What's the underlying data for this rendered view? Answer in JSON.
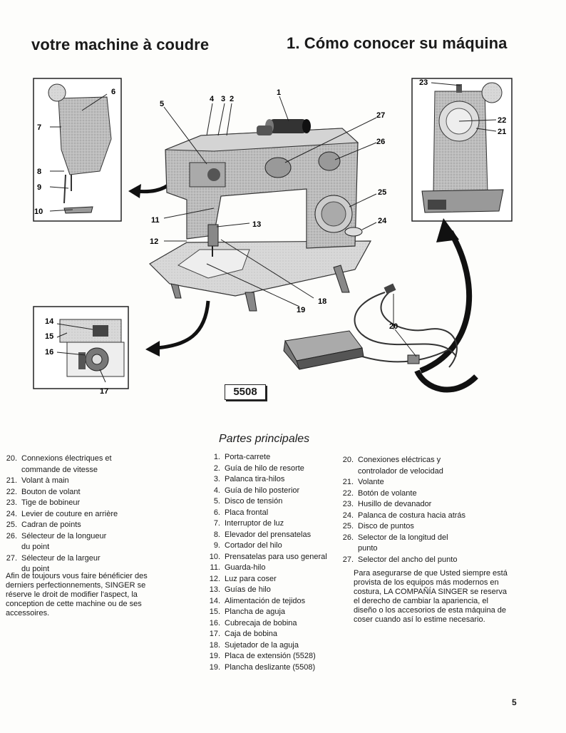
{
  "header": {
    "title_fr": "votre machine à coudre",
    "title_es": "1.  Cómo conocer su máquina"
  },
  "diagram": {
    "model": "5508",
    "callouts": {
      "c1": "1",
      "c2": "2",
      "c3": "3",
      "c4": "4",
      "c5": "5",
      "c6": "6",
      "c7": "7",
      "c8": "8",
      "c9": "9",
      "c10": "10",
      "c11": "11",
      "c12": "12",
      "c13": "13",
      "c14": "14",
      "c15": "15",
      "c16": "16",
      "c17": "17",
      "c18": "18",
      "c19": "19",
      "c20": "20",
      "c21": "21",
      "c22": "22",
      "c23": "23",
      "c24": "24",
      "c25": "25",
      "c26": "26",
      "c27": "27"
    }
  },
  "french_parts": [
    {
      "num": "20.",
      "text": "Connexions électriques et",
      "cont": "commande de vitesse"
    },
    {
      "num": "21.",
      "text": "Volant à main"
    },
    {
      "num": "22.",
      "text": "Bouton de volant"
    },
    {
      "num": "23.",
      "text": "Tige de bobineur"
    },
    {
      "num": "24.",
      "text": "Levier de couture en arrière"
    },
    {
      "num": "25.",
      "text": "Cadran de points"
    },
    {
      "num": "26.",
      "text": "Sélecteur de la longueur",
      "cont": "du point"
    },
    {
      "num": "27.",
      "text": "Sélecteur de la largeur",
      "cont": "du point"
    }
  ],
  "french_note": "Afin de toujours vous faire bénéficier des derniers perfectionnements, SINGER se réserve le droit de modifier l'aspect, la conception de cette machine ou de ses accessoires.",
  "spanish_title": "Partes principales",
  "spanish_parts_a": [
    {
      "num": "1.",
      "text": "Porta-carrete"
    },
    {
      "num": "2.",
      "text": "Guía de hilo de resorte"
    },
    {
      "num": "3.",
      "text": "Palanca tira-hilos"
    },
    {
      "num": "4.",
      "text": "Guía de hilo posterior"
    },
    {
      "num": "5.",
      "text": "Disco de tensión"
    },
    {
      "num": "6.",
      "text": "Placa frontal"
    },
    {
      "num": "7.",
      "text": "Interruptor de luz"
    },
    {
      "num": "8.",
      "text": "Elevador del prensatelas"
    },
    {
      "num": "9.",
      "text": "Cortador del hilo"
    },
    {
      "num": "10.",
      "text": "Prensatelas para uso general"
    },
    {
      "num": "11.",
      "text": "Guarda-hilo"
    },
    {
      "num": "12.",
      "text": "Luz para coser"
    },
    {
      "num": "13.",
      "text": "Guías de hilo"
    },
    {
      "num": "14.",
      "text": "Alimentación de tejidos"
    },
    {
      "num": "15.",
      "text": "Plancha de aguja"
    },
    {
      "num": "16.",
      "text": "Cubrecaja de bobina"
    },
    {
      "num": "17.",
      "text": "Caja de bobina"
    },
    {
      "num": "18.",
      "text": "Sujetador de la aguja"
    },
    {
      "num": "19.",
      "text": "Placa de extensión (5528)"
    },
    {
      "num": "19.",
      "text": "Plancha deslizante (5508)"
    }
  ],
  "spanish_parts_b": [
    {
      "num": "20.",
      "text": "Conexiones eléctricas y",
      "cont": "controlador de velocidad"
    },
    {
      "num": "21.",
      "text": "Volante"
    },
    {
      "num": "22.",
      "text": "Botón de volante"
    },
    {
      "num": "23.",
      "text": "Husillo de devanador"
    },
    {
      "num": "24.",
      "text": "Palanca de costura hacia atrás"
    },
    {
      "num": "25.",
      "text": "Disco de puntos"
    },
    {
      "num": "26.",
      "text": "Selector de la longitud del",
      "cont": "punto"
    },
    {
      "num": "27.",
      "text": "Selector del ancho del punto"
    }
  ],
  "spanish_note": "Para asegurarse de que Usted siempre está provista de los equipos más modernos en costura, LA COMPAÑÍA SINGER se reserva el derecho de cambiar la apariencia, el diseño o los accesorios de esta máquina de coser cuando así lo estime necesario.",
  "page_number": "5"
}
